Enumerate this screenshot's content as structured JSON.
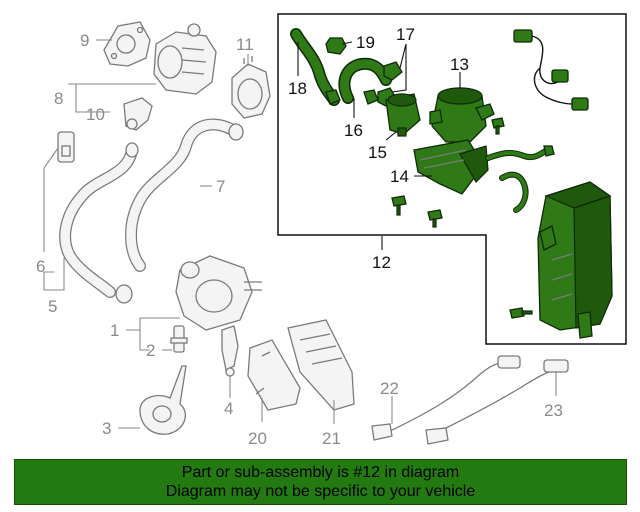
{
  "callouts": {
    "c1": "1",
    "c2": "2",
    "c3": "3",
    "c4": "4",
    "c5": "5",
    "c6": "6",
    "c7": "7",
    "c8": "8",
    "c9": "9",
    "c10": "10",
    "c11": "11",
    "c12": "12",
    "c13": "13",
    "c14": "14",
    "c15": "15",
    "c16": "16",
    "c17": "17",
    "c18": "18",
    "c19": "19",
    "c20": "20",
    "c21": "21",
    "c22": "22",
    "c23": "23"
  },
  "banner": {
    "line1": "Part or sub-assembly is #12 in diagram",
    "line2": "Diagram may not be specific to your vehicle"
  },
  "colors": {
    "highlight": "#2f7a16",
    "banner_bg": "#227a10",
    "gray_parts": "#7a7a7a"
  }
}
